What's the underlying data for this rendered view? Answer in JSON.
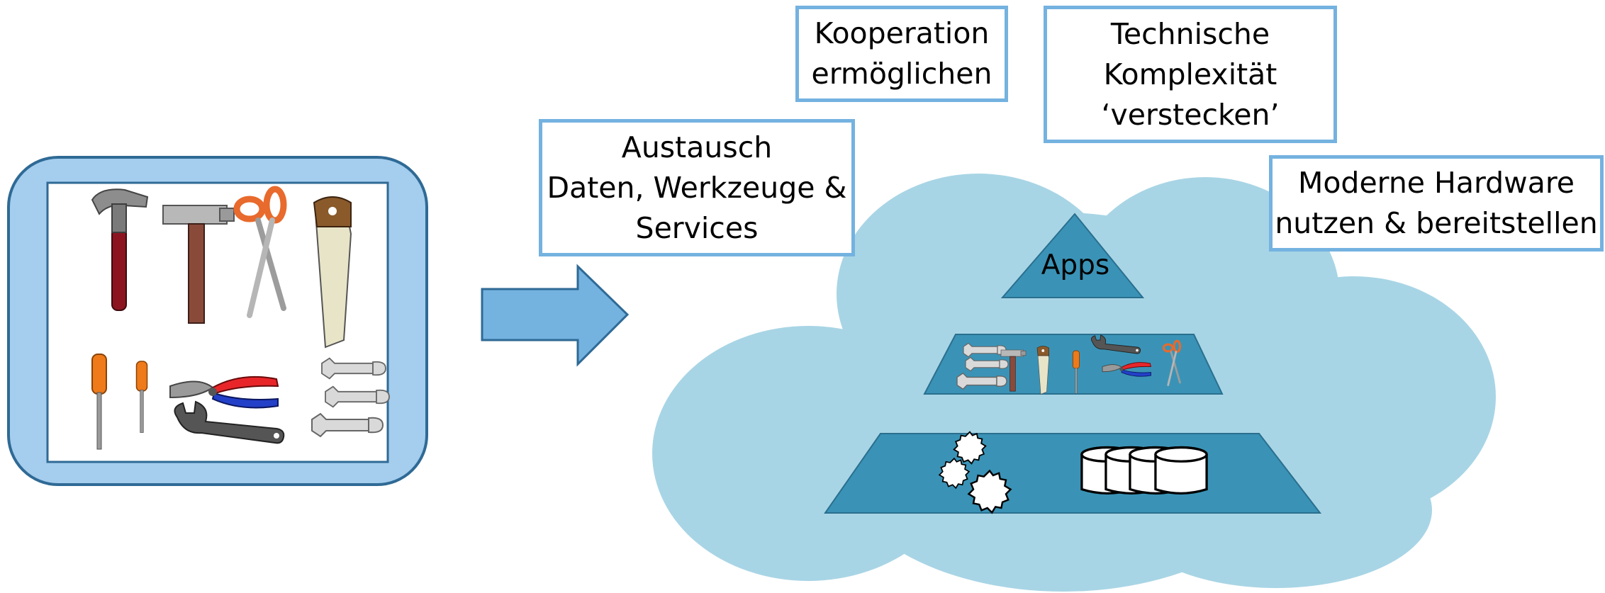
{
  "colors": {
    "accent_border": "#74b2e0",
    "toolbox_fill": "#a4cdee",
    "toolbox_border": "#2f6a95",
    "arrow_fill": "#74b2e0",
    "cloud_fill": "#a8d5e5",
    "pyramid_fill": "#3a93b6",
    "pyramid_border": "#2a6f8f"
  },
  "labels": {
    "austausch": [
      "Austausch",
      "Daten, Werkzeuge &",
      "Services"
    ],
    "kooperation": [
      "Kooperation",
      "ermöglichen"
    ],
    "technik": [
      "Technische",
      "Komplexität",
      "‘verstecken’"
    ],
    "hardware": [
      "Moderne Hardware",
      "nutzen & bereitstellen"
    ]
  },
  "pyramid": {
    "top_label": "Apps"
  },
  "icons": [
    "hammer-icon",
    "mallet-icon",
    "scissors-icon",
    "saw-icon",
    "screwdriver-icon",
    "pliers-icon",
    "wrench-icon",
    "gear-icon",
    "database-icon"
  ]
}
